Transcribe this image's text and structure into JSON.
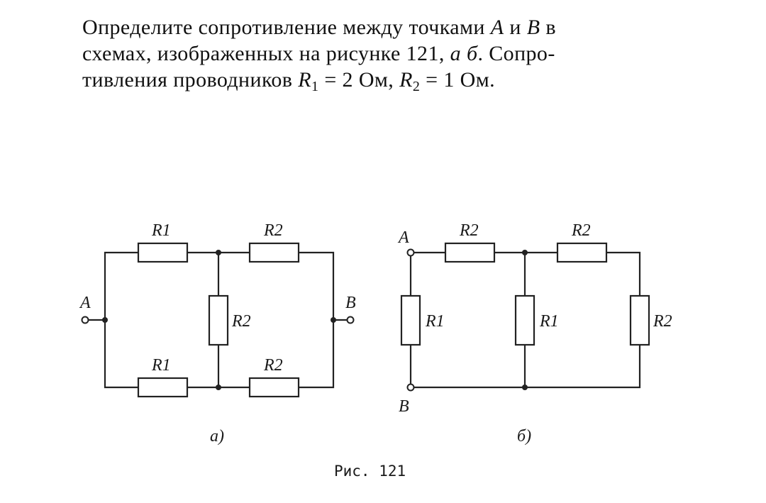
{
  "problem": {
    "line1_a": "Определите сопротивление между точками ",
    "point_a": "A",
    "line1_b": " и ",
    "point_b": "B",
    "line1_c": " в",
    "line2_a": "схемах, изображенных на рисунке 121, ",
    "fig_ref": "а б",
    "line2_b": ". Сопро-",
    "line3_a": "тивления проводников ",
    "r1_sym": "R",
    "r1_sub": "1",
    "r1_val": " = 2 Ом, ",
    "r2_sym": "R",
    "r2_sub": "2",
    "r2_val": " = 1 Ом."
  },
  "circuit_a": {
    "caption": "а)",
    "terminal_left": "A",
    "terminal_right": "B",
    "top_left": "R1",
    "top_right": "R2",
    "middle": "R2",
    "bottom_left": "R1",
    "bottom_right": "R2"
  },
  "circuit_b": {
    "caption": "б)",
    "terminal_top": "A",
    "terminal_bottom": "B",
    "top_left": "R2",
    "top_right": "R2",
    "left": "R1",
    "middle": "R1",
    "right": "R2"
  },
  "figure_caption": "Рис. 121"
}
